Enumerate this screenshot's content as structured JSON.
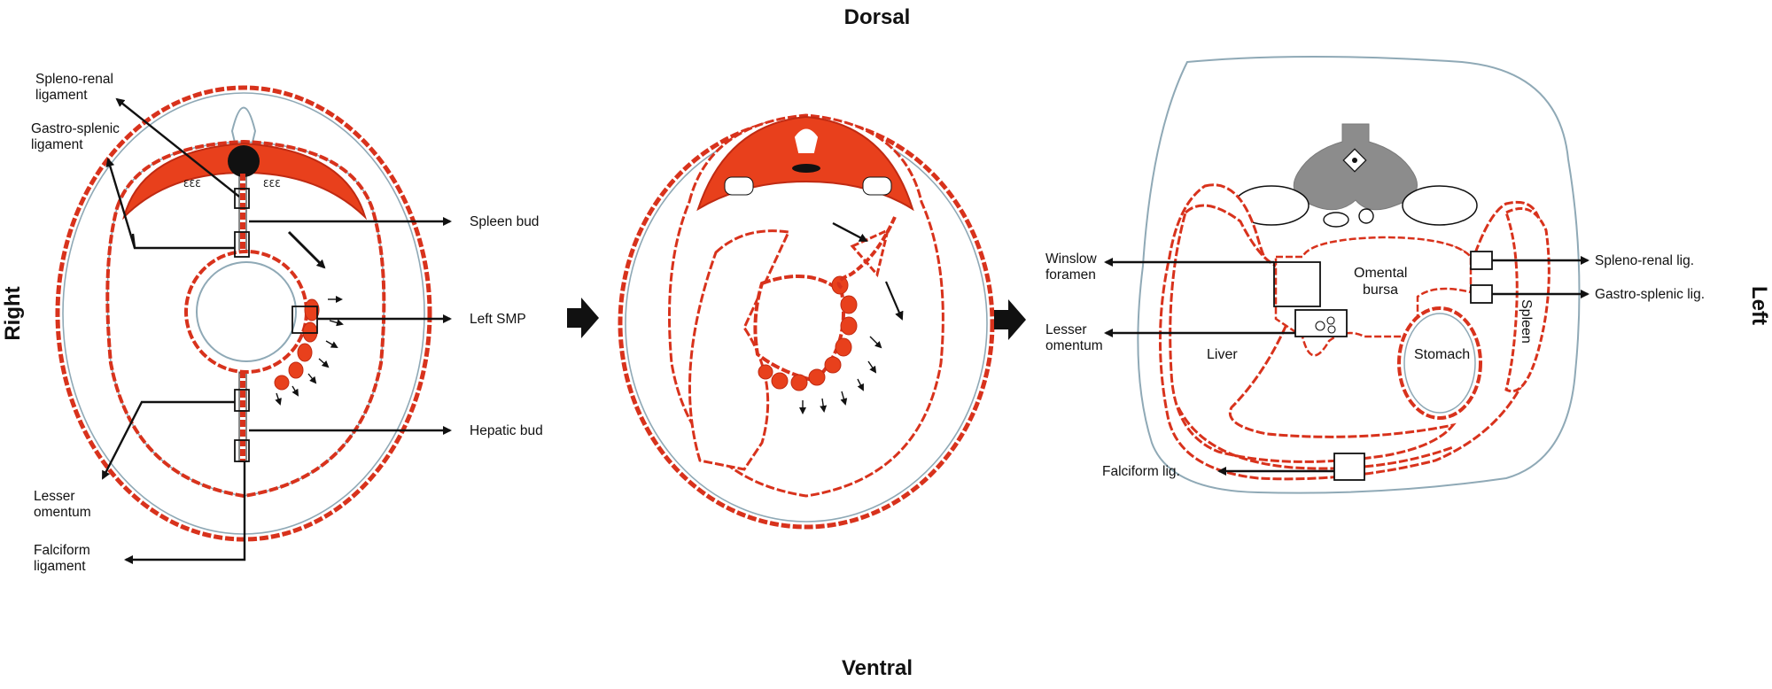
{
  "orientation": {
    "dorsal": "Dorsal",
    "ventral": "Ventral",
    "right": "Right",
    "left": "Left"
  },
  "panel1": {
    "spleno_renal_1": "Spleno-renal",
    "spleno_renal_2": "ligament",
    "gastro_splenic_1": "Gastro-splenic",
    "gastro_splenic_2": "ligament",
    "spleen_bud": "Spleen bud",
    "left_smp": "Left SMP",
    "hepatic_bud": "Hepatic bud",
    "lesser_omentum_1": "Lesser",
    "lesser_omentum_2": "omentum",
    "falciform_1": "Falciform",
    "falciform_2": "ligament"
  },
  "panel3": {
    "winslow_1": "Winslow",
    "winslow_2": "foramen",
    "lesser_omentum_1": "Lesser",
    "lesser_omentum_2": "omentum",
    "falciform": "Falciform lig.",
    "spleno_renal": "Spleno-renal lig.",
    "gastro_splenic": "Gastro-splenic lig.",
    "omental_1": "Omental",
    "omental_2": "bursa",
    "liver": "Liver",
    "stomach": "Stomach",
    "spleen": "Spleen"
  },
  "colors": {
    "mesoderm_red": "#e8401c",
    "membrane_blue": "#8fa9b6",
    "vertebra_gray": "#8c8c8c"
  }
}
